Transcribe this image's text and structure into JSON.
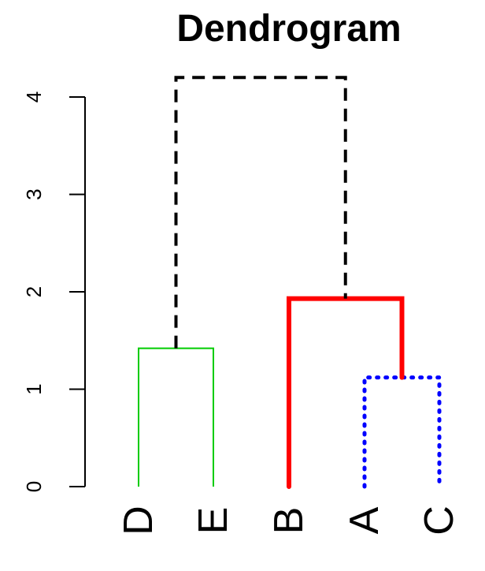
{
  "chart_data": {
    "type": "dendrogram",
    "title": "Dendrogram",
    "xlabel": "",
    "ylabel": "",
    "ylim": [
      0,
      4.2
    ],
    "yticks": [
      0,
      1,
      2,
      3,
      4
    ],
    "leaves": [
      "D",
      "E",
      "B",
      "A",
      "C"
    ],
    "merges": [
      {
        "left": "A",
        "right": "C",
        "height": 1.12,
        "color": "#0000ff",
        "style": "dotted"
      },
      {
        "left": "D",
        "right": "E",
        "height": 1.42,
        "color": "#00cc00",
        "style": "solid-thin"
      },
      {
        "left": "B",
        "right": "A+C",
        "height": 1.93,
        "color": "#ff0000",
        "style": "solid-thick"
      },
      {
        "left": "D+E",
        "right": "B+A+C",
        "height": 4.2,
        "color": "#000000",
        "style": "dashed"
      }
    ],
    "grid": false
  }
}
